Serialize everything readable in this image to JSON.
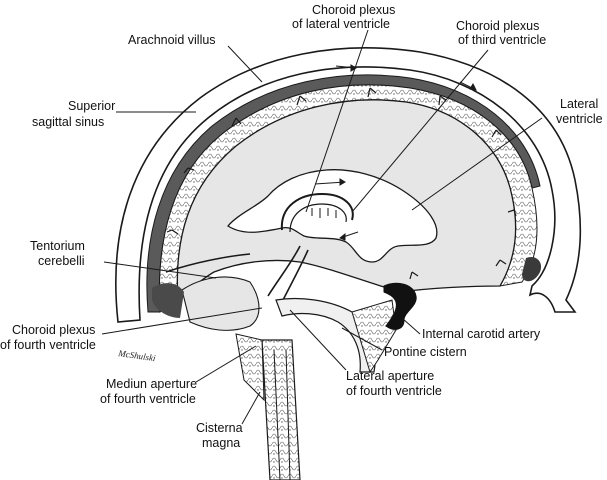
{
  "labels": {
    "choroid_lateral_1": "Choroid plexus",
    "choroid_lateral_2": "of lateral ventricle",
    "choroid_third_1": "Choroid plexus",
    "choroid_third_2": "of third ventricle",
    "arachnoid_villus": "Arachnoid villus",
    "superior_1": "Superior",
    "superior_2": "sagittal sinus",
    "lateral_ventricle_1": "Lateral",
    "lateral_ventricle_2": "ventricle",
    "tentorium_1": "Tentorium",
    "tentorium_2": "cerebelli",
    "choroid_fourth_1": "Choroid plexus",
    "choroid_fourth_2": "of fourth ventricle",
    "internal_carotid": "Internal carotid artery",
    "pontine_cistern": "Pontine cistern",
    "median_aperture_1": "Mediun aperture",
    "median_aperture_2": "of fourth ventricle",
    "lateral_aperture_1": "Lateral aperture",
    "lateral_aperture_2": "of fourth ventricle",
    "cisterna_1": "Cisterna",
    "cisterna_2": "magna"
  },
  "artist_signature": "McShulski",
  "colors": {
    "ventricle_fill": "#dcdcdc",
    "sinus_fill": "#5a5a5a",
    "artery_fill": "#111111",
    "line": "#1a1a1a"
  }
}
